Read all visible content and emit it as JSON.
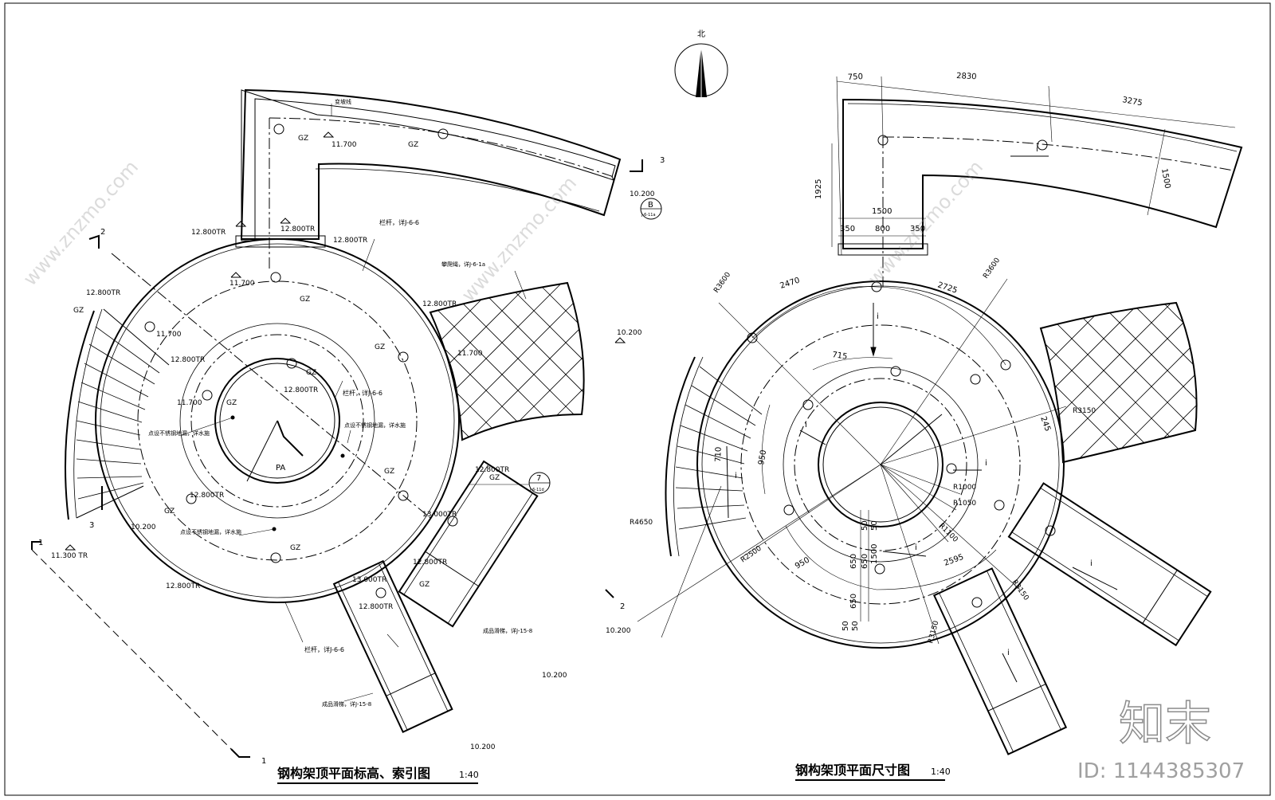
{
  "north_label": "北",
  "left_plan": {
    "title": "钢构架顶平面标高、索引图",
    "scale": "1:40",
    "elev_labels": [
      "12.800TR",
      "12.800TR",
      "12.800TR",
      "12.800TR",
      "12.800TR",
      "12.800TR",
      "12.800TR",
      "12.800TR",
      "12.800TR",
      "12.800TR",
      "12.800TR",
      "12.800TR",
      "11.700",
      "11.700",
      "11.700",
      "11.700",
      "11.700",
      "10.200",
      "10.200",
      "10.200",
      "10.200",
      "10.200",
      "10.200",
      "13.000TR",
      "13.000TR",
      "11.300 TR"
    ],
    "gz_labels": [
      "GZ",
      "GZ",
      "GZ",
      "GZ",
      "GZ",
      "GZ",
      "GZ",
      "GZ",
      "GZ",
      "GZ",
      "GZ",
      "GZ"
    ],
    "notes": {
      "change_slope": "变坡线",
      "railing_a": "栏杆，详J-6-6",
      "railing_b": "栏杆，详J-6-6",
      "railing_c": "栏杆，详J-6-6",
      "climb_net": "攀爬绳，详J-6-1a",
      "drain_a": "点设不锈钢地漏，详水施",
      "drain_b": "点设不锈钢地漏，详水施",
      "drain_c": "点设不锈钢地漏，详水施",
      "slide_a": "成品滑梯，详J-15-8",
      "slide_b": "成品滑梯，详J-15-8",
      "pa": "PA"
    },
    "index_b": {
      "top": "B",
      "bottom": "J-6-11a"
    },
    "index_7": {
      "top": "7",
      "bottom": "J-6-11d"
    },
    "section_marks": [
      "1",
      "1",
      "2",
      "2",
      "3",
      "3"
    ]
  },
  "right_plan": {
    "title": "钢构架顶平面尺寸图",
    "scale": "1:40",
    "dims": [
      "750",
      "2830",
      "3275",
      "1925",
      "1500",
      "350",
      "800",
      "350",
      "1500",
      "2470",
      "2725",
      "715",
      "245",
      "950",
      "950",
      "2595",
      "710",
      "650",
      "650",
      "650",
      "50",
      "50",
      "50",
      "50",
      "1500"
    ],
    "radii": [
      "R3600",
      "R3600",
      "R3150",
      "R1000",
      "R1050",
      "R1100",
      "R4650",
      "R2500",
      "R3150",
      "R3150"
    ],
    "slope": [
      "i",
      "i",
      "i",
      "i",
      "i",
      "i",
      "i",
      "i"
    ]
  },
  "watermark": {
    "brand": "知末",
    "id_text": "ID: 1144385307",
    "site": "www.znzmo.com"
  }
}
